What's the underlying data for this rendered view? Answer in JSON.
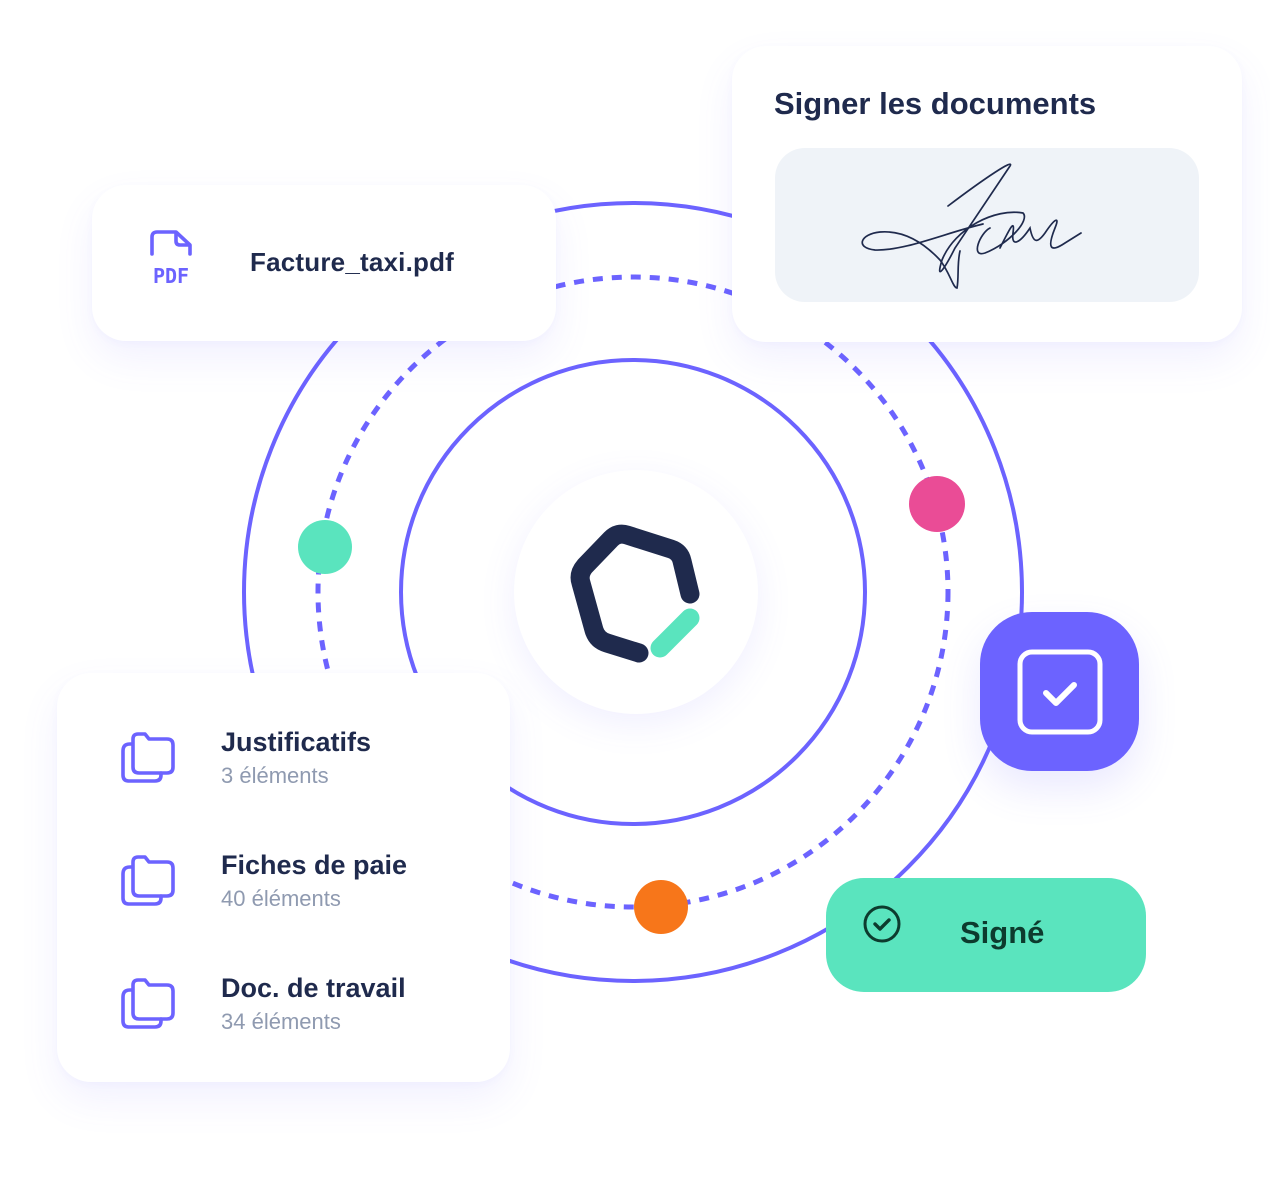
{
  "colors": {
    "accent": "#6c63ff",
    "navy": "#1f2a4d",
    "mint": "#5ae4be",
    "pink": "#ea4c96",
    "orange": "#f7761a",
    "muted_text": "#8f9ab0",
    "signature_pad": "#eff3f8"
  },
  "file_card": {
    "icon": "pdf-file-icon",
    "icon_label": "PDF",
    "file_name": "Facture_taxi.pdf"
  },
  "sign_card": {
    "title": "Signer les documents",
    "signature_icon": "handwritten-signature"
  },
  "folders": [
    {
      "icon": "folder-stack-icon",
      "name": "Justificatifs",
      "count": "3 éléments"
    },
    {
      "icon": "folder-stack-icon",
      "name": "Fiches de paie",
      "count": "40 éléments"
    },
    {
      "icon": "folder-stack-icon",
      "name": "Doc. de travail",
      "count": "34 éléments"
    }
  ],
  "checkbox_tile": {
    "icon": "checkbox-checked-icon",
    "checked": true
  },
  "signed_badge": {
    "icon": "check-circle-icon",
    "label": "Signé"
  },
  "center_logo": {
    "icon": "hexagon-logo-icon"
  },
  "orbit_dots": [
    {
      "name": "mint-dot",
      "color": "#5ae4be"
    },
    {
      "name": "pink-dot",
      "color": "#ea4c96"
    },
    {
      "name": "orange-dot",
      "color": "#f7761a"
    }
  ]
}
